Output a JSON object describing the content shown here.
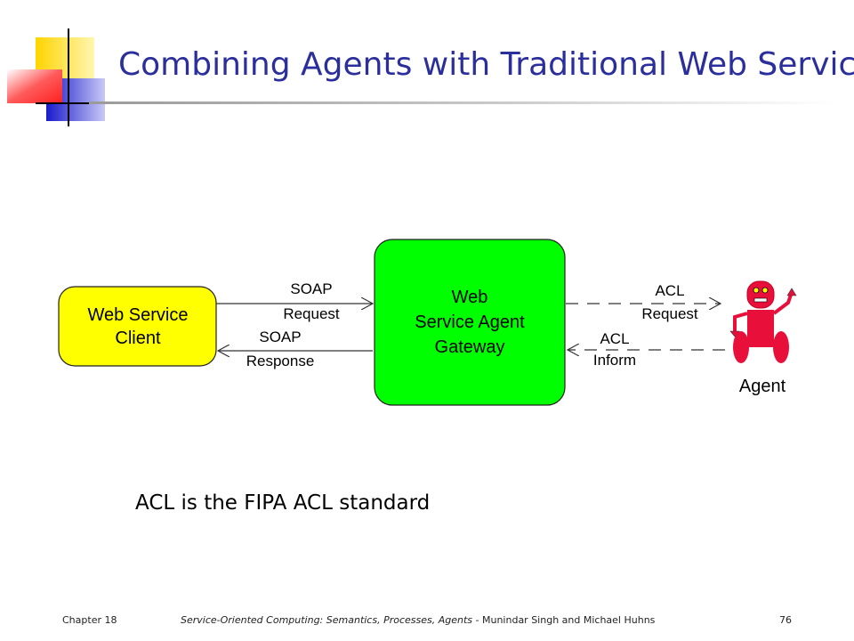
{
  "slide": {
    "title": "Combining Agents with Traditional Web Services",
    "note": "ACL is the FIPA ACL standard"
  },
  "diagram": {
    "client_box": {
      "line1": "Web Service",
      "line2": "Client",
      "fill": "#ffff00"
    },
    "gateway_box": {
      "line1": "Web",
      "line2": "Service Agent",
      "line3": "Gateway",
      "fill": "#00ff00"
    },
    "soap_request": {
      "line1": "SOAP",
      "line2": "Request"
    },
    "soap_response": {
      "line1": "SOAP",
      "line2": "Response"
    },
    "acl_request": {
      "line1": "ACL",
      "line2": "Request"
    },
    "acl_inform": {
      "line1": "ACL",
      "line2": "Inform"
    },
    "agent": {
      "label": "Agent",
      "color": "#e8103a"
    }
  },
  "footer": {
    "chapter": "Chapter 18",
    "book_title": "Service-Oriented Computing: Semantics, Processes, Agents",
    "authors": " - Munindar Singh and Michael Huhns",
    "page_number": "76"
  }
}
